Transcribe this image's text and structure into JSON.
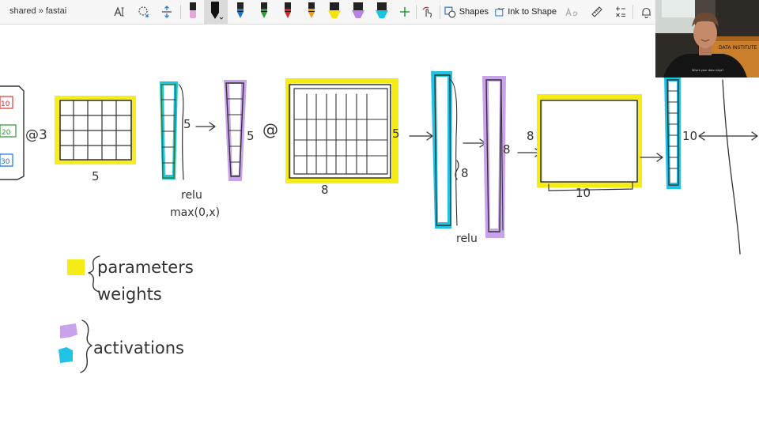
{
  "toolbar": {
    "breadcrumb": "shared » fastai",
    "shapes_label": "Shapes",
    "ink_to_shape_label": "Ink to Shape"
  },
  "pens": [
    {
      "name": "pen-pink",
      "color": "#e4a7d8"
    },
    {
      "name": "pen-black",
      "color": "#111111"
    },
    {
      "name": "pen-blue",
      "color": "#1f74d8"
    },
    {
      "name": "pen-green",
      "color": "#2e9a3c"
    },
    {
      "name": "pen-red",
      "color": "#d42525"
    },
    {
      "name": "pen-orange",
      "color": "#f39a1c"
    },
    {
      "name": "highlighter-yellow",
      "color": "#f4e20c"
    },
    {
      "name": "highlighter-purple",
      "color": "#b784e6"
    },
    {
      "name": "highlighter-cyan",
      "color": "#18c6e0"
    }
  ],
  "colors": {
    "parameters": "#f6ec15",
    "activation_purple": "#c9a2ec",
    "activation_cyan": "#1fc4e4",
    "ink": "#333333"
  },
  "drawing": {
    "input_values": [
      "10",
      "20",
      "30"
    ],
    "times_label_1": "@3",
    "dim_5_a": "5",
    "dim_5_b": "5",
    "dim_5_c": "5",
    "dim_5_d": "5",
    "relu_label_1": "relu",
    "max_label": "max(0,x)",
    "times_label_2": "@",
    "dim_8_a": "8",
    "dim_8_b": "8",
    "dim_8_c": "8",
    "dim_8_d": "8",
    "relu_label_2": "relu",
    "dim_10_a": "10",
    "dim_10_b": "10"
  },
  "legend": {
    "parameters_label": "parameters",
    "weights_label": "weights",
    "activations_label": "activations"
  },
  "video": {
    "banner_text": "DATA INSTITUTE",
    "shirt_text": "Who's your data ninja?"
  }
}
